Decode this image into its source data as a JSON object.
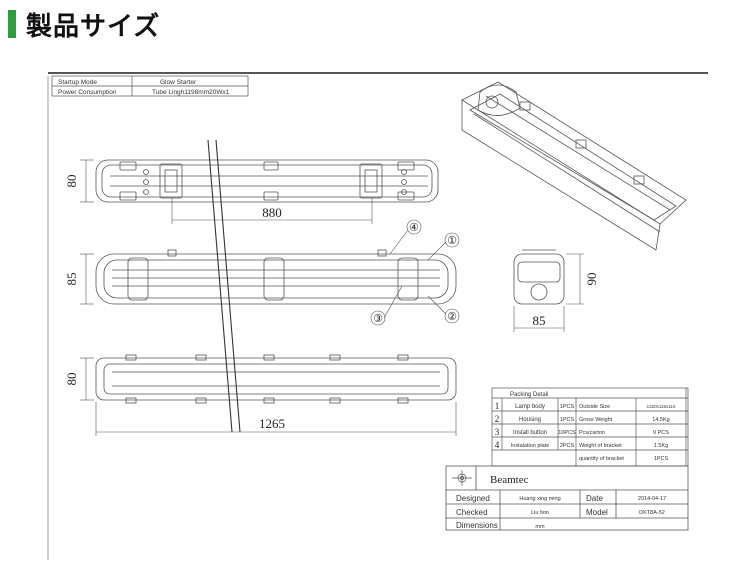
{
  "heading": "製品サイズ",
  "spec_table": {
    "rows": [
      [
        "Startup Mode",
        "Glow Starter"
      ],
      [
        "Power Consumption",
        "Tube Lingh1198mm20Wx1"
      ]
    ]
  },
  "dimensions": {
    "top_width": "80",
    "top_length": "880",
    "side_height": "85",
    "bottom_width": "80",
    "bottom_length": "1265",
    "end_height": "90",
    "end_width": "85"
  },
  "callouts": [
    "①",
    "②",
    "③",
    "④"
  ],
  "packing": {
    "title": "Packing Detail",
    "rows": [
      {
        "no": "1",
        "item": "Lamp body",
        "qty": "1PCS",
        "label": "Outside Size",
        "value": "1320x115x110"
      },
      {
        "no": "2",
        "item": "Housing",
        "qty": "1PCS",
        "label": "Gross Weight",
        "value": "14.5Kg"
      },
      {
        "no": "3",
        "item": "Install button",
        "qty": "10PCS",
        "label": "Pcs/carton",
        "value": "9 PCS"
      },
      {
        "no": "4",
        "item": "Instalation plate",
        "qty": "2PCS",
        "label": "Weight of bracket",
        "value": "1.5Kg"
      },
      {
        "no": "",
        "item": "",
        "qty": "",
        "label": "quantity of bracket",
        "value": "1PCS"
      }
    ]
  },
  "title_block": {
    "company": "Beamtec",
    "designed_label": "Designed",
    "designed_value": "Huang xing ming",
    "date_label": "Date",
    "date_value": "2014-04-17",
    "checked_label": "Checked",
    "checked_value": "Liu tion",
    "model_label": "Model",
    "model_value": "DKT8A-52",
    "dimensions_label": "Dimensions",
    "dimensions_value": "mm"
  }
}
